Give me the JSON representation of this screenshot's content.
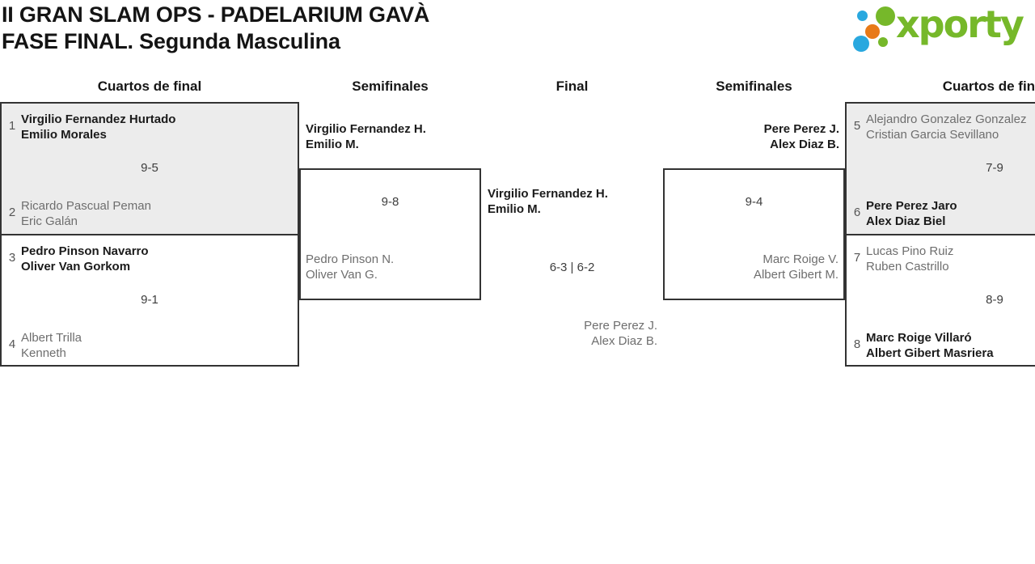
{
  "header": {
    "title_line1": "II GRAN SLAM OPS - PADELARIUM GAVÀ",
    "title_line2": "FASE FINAL. Segunda Masculina"
  },
  "logo": {
    "text": "xporty",
    "green": "#76b82a",
    "blue": "#29a8df",
    "orange": "#e87a18"
  },
  "columns": {
    "qf_left": "Cuartos de final",
    "sf_left": "Semifinales",
    "final": "Final",
    "sf_right": "Semifinales",
    "qf_right": "Cuartos de final"
  },
  "matches": {
    "qf_left": [
      {
        "seed_top": "1",
        "team_top": [
          "Virgilio Fernandez Hurtado",
          "Emilio Morales"
        ],
        "score": "9-5",
        "seed_bottom": "2",
        "team_bottom": [
          "Ricardo Pascual Peman",
          "Eric Galán"
        ]
      },
      {
        "seed_top": "3",
        "team_top": [
          "Pedro Pinson Navarro",
          "Oliver Van Gorkom"
        ],
        "score": "9-1",
        "seed_bottom": "4",
        "team_bottom": [
          "Albert Trilla",
          "Kenneth"
        ]
      }
    ],
    "sf_left": {
      "winner": [
        "Virgilio Fernandez H.",
        "Emilio M."
      ],
      "score": "9-8",
      "loser": [
        "Pedro Pinson N.",
        "Oliver Van G."
      ]
    },
    "final": {
      "winner": [
        "Virgilio Fernandez H.",
        "Emilio M."
      ],
      "score": "6-3 | 6-2",
      "loser": [
        "Pere Perez J.",
        "Alex Diaz B."
      ]
    },
    "sf_right": {
      "winner": [
        "Pere Perez J.",
        "Alex Diaz B."
      ],
      "score": "9-4",
      "loser": [
        "Marc Roige V.",
        "Albert Gibert M."
      ]
    },
    "qf_right": [
      {
        "seed_top": "5",
        "team_top": [
          "Alejandro Gonzalez Gonzalez",
          "Cristian Garcia Sevillano"
        ],
        "score": "7-9",
        "seed_bottom": "6",
        "team_bottom": [
          "Pere Perez Jaro",
          "Alex Diaz Biel"
        ]
      },
      {
        "seed_top": "7",
        "team_top": [
          "Lucas Pino Ruiz",
          "Ruben Castrillo"
        ],
        "score": "8-9",
        "seed_bottom": "8",
        "team_bottom": [
          "Marc Roige Villaró",
          "Albert Gibert Masriera"
        ]
      }
    ]
  },
  "colors": {
    "box_border": "#333333",
    "box_fill_alt": "#ececec",
    "winner_text": "#1b1b1b",
    "loser_text": "#6e6e6e"
  }
}
